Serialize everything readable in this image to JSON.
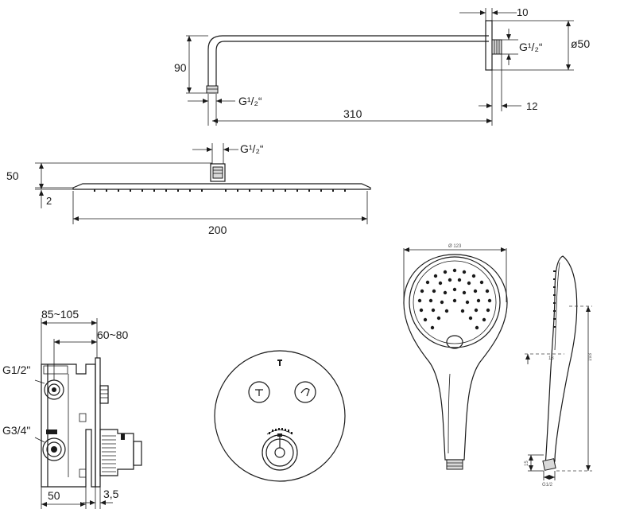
{
  "shower_arm": {
    "thread_top": "G¹/₂“",
    "thread_bottom": "G¹/₂“",
    "flange_thickness": "10",
    "flange_diameter": "ø50",
    "drop_height": "90",
    "arm_length": "310",
    "wall_offset": "12"
  },
  "head_shower": {
    "thread": "G¹/₂“",
    "height": "50",
    "edge_thickness": "2",
    "width": "200"
  },
  "valve_body": {
    "depth_range": "85~105",
    "install_range": "60~80",
    "inlet_thread": "G1/2\"",
    "outlet_thread": "G3/4\"",
    "body_width": "50",
    "plate_thickness": "3,5"
  },
  "hand_shower": {
    "diameter": "Ø 123",
    "length": "193",
    "neck_offset": "13",
    "thread_height": "15",
    "thread": "G1/2"
  },
  "colors": {
    "line": "#1a1a1a",
    "grey": "#d9d9d9"
  }
}
